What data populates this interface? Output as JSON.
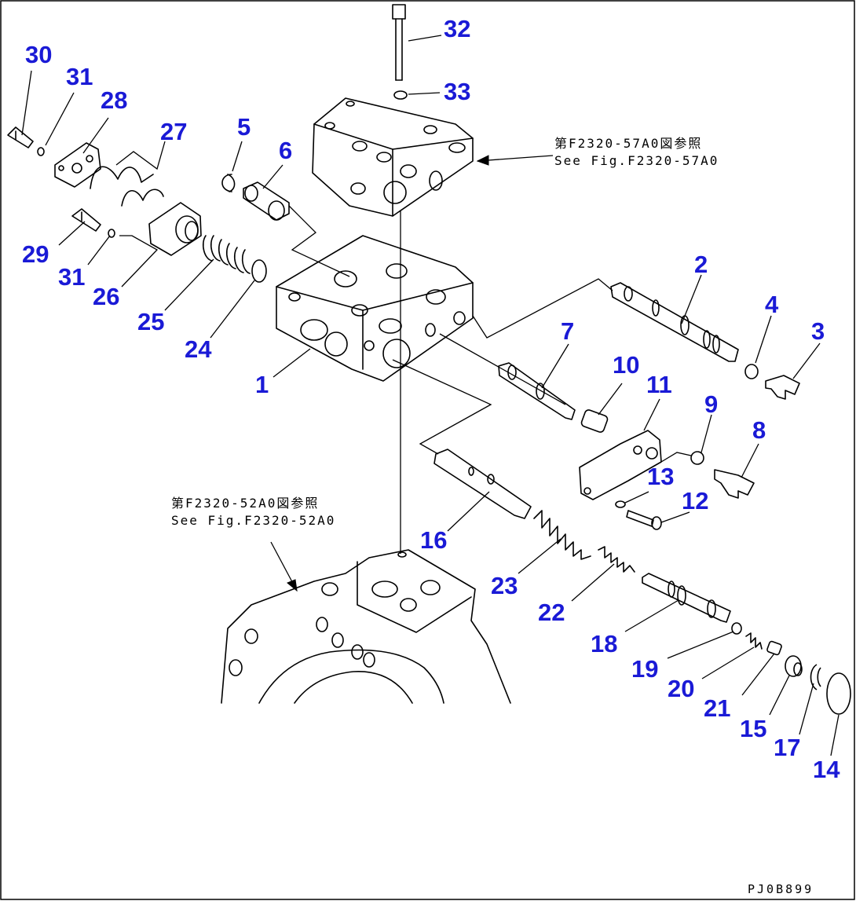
{
  "colors": {
    "label": "#1a1ad6",
    "line": "#000000",
    "background": "#ffffff"
  },
  "callouts": {
    "c1": "1",
    "c2": "2",
    "c3": "3",
    "c4": "4",
    "c5": "5",
    "c6": "6",
    "c7": "7",
    "c8": "8",
    "c9": "9",
    "c10": "10",
    "c11": "11",
    "c12": "12",
    "c13": "13",
    "c14": "14",
    "c15": "15",
    "c16": "16",
    "c17": "17",
    "c18": "18",
    "c19": "19",
    "c20": "20",
    "c21": "21",
    "c22": "22",
    "c23": "23",
    "c24": "24",
    "c25": "25",
    "c26": "26",
    "c27": "27",
    "c28": "28",
    "c29": "29",
    "c30": "30",
    "c31a": "31",
    "c31b": "31",
    "c32": "32",
    "c33": "33"
  },
  "references": {
    "top_jp": "第F2320-57A0図参照",
    "top_en": "See Fig.F2320-57A0",
    "bottom_jp": "第F2320-52A0図参照",
    "bottom_en": "See Fig.F2320-52A0"
  },
  "drawing_code": "PJ0B899"
}
